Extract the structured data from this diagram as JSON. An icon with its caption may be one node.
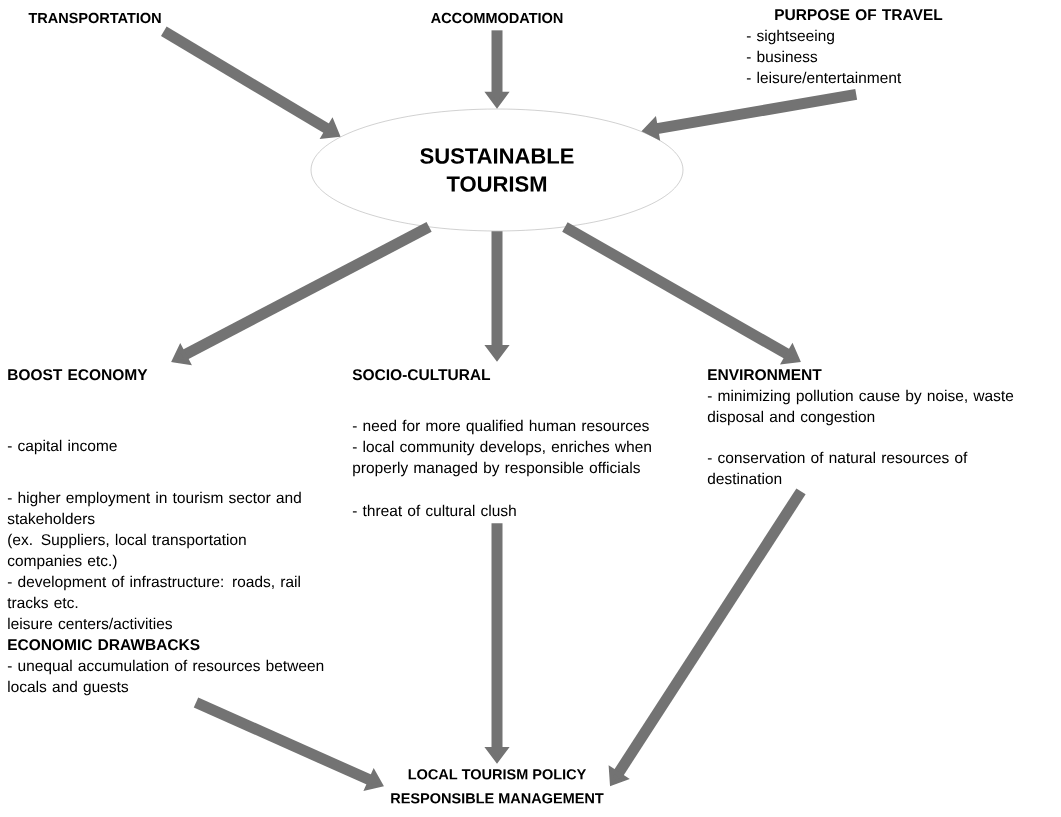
{
  "diagram": {
    "nodes": [
      {
        "text": [
          "TRANSPORTATION"
        ]
      },
      {
        "text": [
          "ACCOMMODATION"
        ]
      },
      {
        "text": [
          "PURPOSE OF TRAVEL",
          "- sightseeing",
          "- business",
          "- leisure/entertainment"
        ]
      },
      {
        "text": [
          "SUSTAINABLE TOURISM"
        ]
      },
      {
        "text": [
          "BOOST ECONOMY",
          "- capital income",
          "- higher employment in tourism sector and stakeholders",
          "(ex. Suppliers, local transportation companies etc.)",
          "- development of infrastructure: roads, rail tracks etc.",
          "leisure centers/activities",
          "ECONOMIC DRAWBACKS",
          "- unequal accumulation of resources between locals and guests"
        ]
      },
      {
        "text": [
          "SOCIO-CULTURAL",
          "- need for more qualified human resources",
          "- local community develops, enriches when properly managed by responsible officials",
          "- threat of cultural clush"
        ]
      },
      {
        "text": [
          "ENVIRONMENT",
          "- minimizing pollution cause by noise, waste disposal and congestion",
          "- conservation of natural resources of destination"
        ]
      },
      {
        "text": [
          "LOCAL TOURISM POLICY",
          "RESPONSIBLE MANAGEMENT"
        ]
      }
    ],
    "edges": [
      {
        "from": 0,
        "to": 3,
        "arrow": "to"
      },
      {
        "from": 1,
        "to": 3,
        "arrow": "to"
      },
      {
        "from": 2,
        "to": 3,
        "arrow": "to"
      },
      {
        "from": 3,
        "to": 4,
        "arrow": "to"
      },
      {
        "from": 3,
        "to": 5,
        "arrow": "to"
      },
      {
        "from": 3,
        "to": 6,
        "arrow": "to"
      },
      {
        "from": 4,
        "to": 7,
        "arrow": "to"
      },
      {
        "from": 5,
        "to": 7,
        "arrow": "to"
      },
      {
        "from": 6,
        "to": 7,
        "arrow": "to"
      }
    ]
  }
}
